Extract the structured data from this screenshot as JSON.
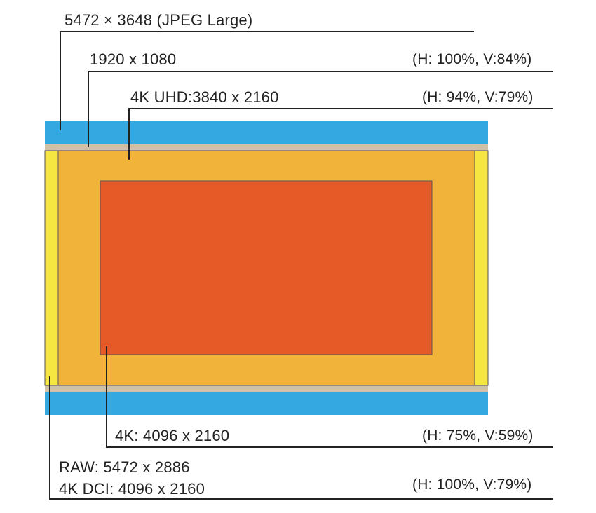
{
  "diagram": {
    "colors": {
      "jpeg": "#34A8E0",
      "hd_band": "#CFC0A6",
      "uhd": "#F2B33A",
      "dci": "#F5E642",
      "k4": "#E55A26",
      "line": "#222222"
    },
    "labels": {
      "jpeg": "5472 × 3648 (JPEG Large)",
      "hd": "1920 x 1080",
      "hd_pct": "(H: 100%, V:84%)",
      "uhd": "4K UHD:3840 x 2160",
      "uhd_pct": "(H: 94%, V:79%)",
      "k4": "4K: 4096 x 2160",
      "k4_pct": "(H: 75%, V:59%)",
      "raw": "RAW: 5472 x 2886",
      "dci": "4K DCI: 4096 x 2160",
      "dci_pct": "(H: 100%, V:79%)"
    }
  }
}
